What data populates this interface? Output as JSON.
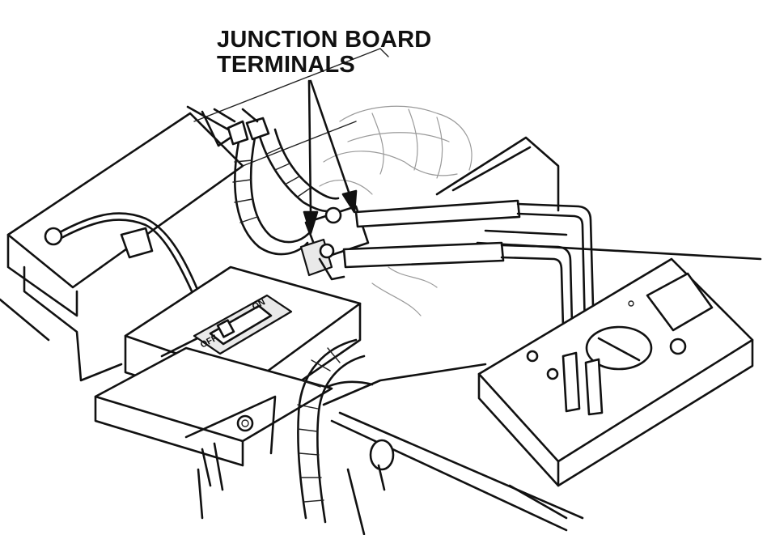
{
  "callout": {
    "line1": "JUNCTION BOARD",
    "line2": "TERMINALS"
  },
  "switch_labels": {
    "on": "ON",
    "off": "OFF"
  }
}
